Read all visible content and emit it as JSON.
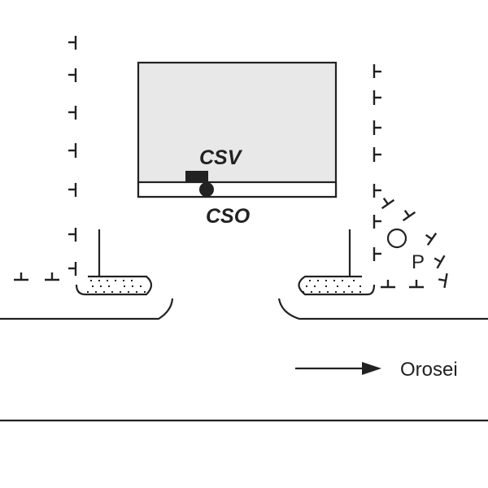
{
  "colors": {
    "ink": "#222222",
    "building_fill": "#e8e8e8",
    "background": "#ffffff"
  },
  "labels": {
    "csv": "CSV",
    "cso": "CSO",
    "parking": "P",
    "destination": "Orosei"
  },
  "legend_icons": {
    "csv_marker": "filled-square",
    "cso_marker": "filled-circle",
    "roundabout_marker": "open-circle",
    "direction_arrow": "right-arrow",
    "tree_marks": "t-shaped-tree-symbols"
  }
}
